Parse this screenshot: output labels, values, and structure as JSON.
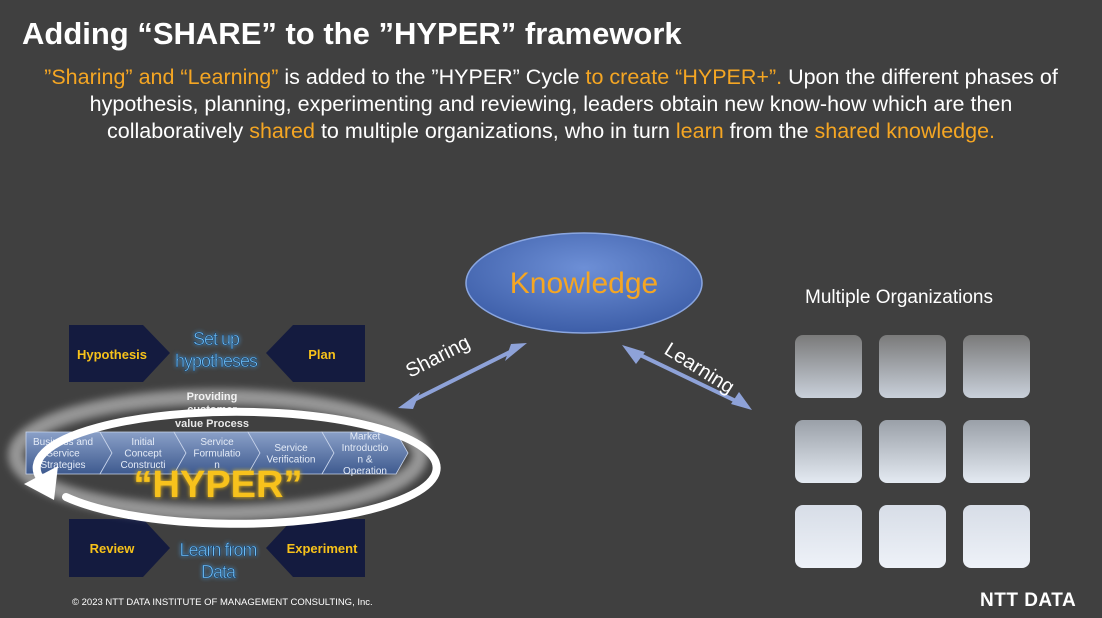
{
  "title": "Adding “SHARE” to the ”HYPER” framework",
  "subtitle": {
    "p1": "”Sharing” and “Learning”",
    "p2": " is added to the ”HYPER” Cycle ",
    "p3": "to create “HYPER+”.",
    "p4": " Upon the different phases of hypothesis, planning, experimenting and reviewing, leaders obtain new know-how which are then collaboratively ",
    "p5": "shared",
    "p6": " to multiple organizations, who in turn ",
    "p7": "learn",
    "p8": " from the ",
    "p9": "shared knowledge."
  },
  "knowledge": "Knowledge",
  "sharing": "Sharing",
  "learning": "Learning",
  "multiple_orgs": "Multiple Organizations",
  "hyper": {
    "hypothesis": "Hypothesis",
    "plan": "Plan",
    "review": "Review",
    "experiment": "Experiment",
    "setup_l1": "Set up",
    "setup_l2": "hypotheses",
    "learn_l1": "Learn from",
    "learn_l2": "Data",
    "process_l1": "Providing",
    "process_l2": "customer",
    "process_l3": "value Process",
    "big_label": "“HYPER”",
    "steps": [
      [
        "Business and",
        "Service",
        "Strategies"
      ],
      [
        "Initial",
        "Concept",
        "Constructi"
      ],
      [
        "Service",
        "Formulatio",
        "n"
      ],
      [
        "Service",
        "Verification"
      ],
      [
        "Market",
        "Introductio",
        "n &",
        "Operation"
      ]
    ]
  },
  "footer": "© 2023 NTT DATA INSTITUTE OF MANAGEMENT CONSULTING, Inc.",
  "logo": "NTT DATA",
  "colors": {
    "background": "#404040",
    "accent": "#f5a623",
    "knowledge_fill": "#4a6fb8",
    "hyper_label": "#f7c21a",
    "glow_text": "#6fc3ff",
    "navy": "#141b3f"
  }
}
